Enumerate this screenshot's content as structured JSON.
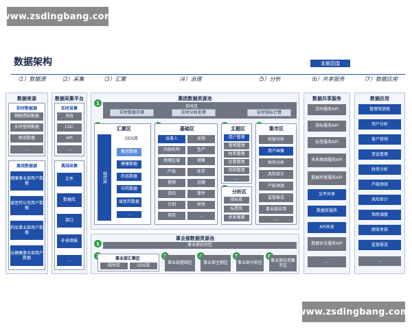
{
  "watermarks": {
    "top": "www.zsdingbang.com",
    "bottom": "www.zsdingbang.com"
  },
  "page_title": "数据架构",
  "scope_label": "本期范围",
  "steps": [
    "（1）数据源",
    "（2）采集",
    "（3）汇聚",
    "（4）治理",
    "（5）分析",
    "（6）共享服务",
    "（7）数据应用"
  ],
  "sources": {
    "header": "数据来源",
    "internal_title": "实时数据源",
    "internal_items": [
      "物联感知数据",
      "实时营销数据",
      "物流数据",
      "..."
    ],
    "offline_title": "离线数据源",
    "offline_items": [
      "健康事业部用户数据",
      "省医药公司用户数据",
      "药品事业部用户数据",
      "云健康事业部用户数据"
    ]
  },
  "collect": {
    "header": "数据采集平台",
    "realtime_title": "实时采集",
    "realtime_items": [
      "消息",
      "CDC",
      "API",
      "..."
    ],
    "offline_title": "离线采集",
    "offline_items": [
      "文件",
      "数据库",
      "接口",
      "补录填报",
      "..."
    ]
  },
  "group_pool": {
    "title": "集团数据资源池",
    "realtime_zone": "实时区",
    "realtime_steps": [
      "实时数据存储",
      "实时分析处理",
      "实时指标计算"
    ],
    "ods": {
      "title": "汇聚区",
      "temp": "临时库",
      "title2": "ODS库",
      "items": [
        "集团数据",
        "健康数据",
        "药品数据",
        "中药数据",
        "省医药数据",
        "..."
      ]
    },
    "basic": {
      "title": "基础区",
      "items": [
        "当事人",
        "采购",
        "内部机构",
        "生产",
        "地理区域",
        "销售",
        "产品",
        "库存",
        "营销",
        "运输",
        "合约",
        "事件",
        "计划",
        "财务",
        "项目",
        "..."
      ]
    },
    "topic": {
      "title": "主题区",
      "items": [
        "用户管理",
        "营销管理",
        "财务管理",
        "运营管理",
        "风险管理",
        "..."
      ]
    },
    "analysis": {
      "title": "分析区",
      "items": [
        "指标库",
        "标签库",
        "关系图谱"
      ]
    },
    "mart": {
      "title": "集市区",
      "items": [
        "经营分析",
        "用户画像",
        "财务分析",
        "风险审计",
        "产能预测",
        "监管报送",
        "事业部应用",
        "..."
      ]
    }
  },
  "bu_pool": {
    "title": "事业部数据资源池",
    "realtime_zone": "事业部实时区",
    "ods_zone": "事业部汇聚区",
    "temp": "临时库",
    "ods": "ODS库",
    "zones": [
      "事业部基础区",
      "事业部主题区",
      "事业部分析区",
      "事业部应用集市区"
    ]
  },
  "share": {
    "header": "数据共享服务",
    "items": [
      "实时服务API",
      "指标服务API",
      "标签服务API",
      "关系图谱服务API",
      "数据检索服务API",
      "文件共享",
      "数据库服务",
      "API共享",
      "数据安全服务API",
      "..."
    ]
  },
  "apps": {
    "header": "数据应用",
    "items": [
      "管理驾驶舱",
      "用户分析",
      "客户营销",
      "资金管理",
      "财务分析",
      "产能预测",
      "风险审计",
      "指挥调度",
      "绩效考核",
      "监管报送",
      "..."
    ]
  },
  "badge_numbers": [
    "1",
    "2",
    "3",
    "4",
    "5",
    "6"
  ]
}
